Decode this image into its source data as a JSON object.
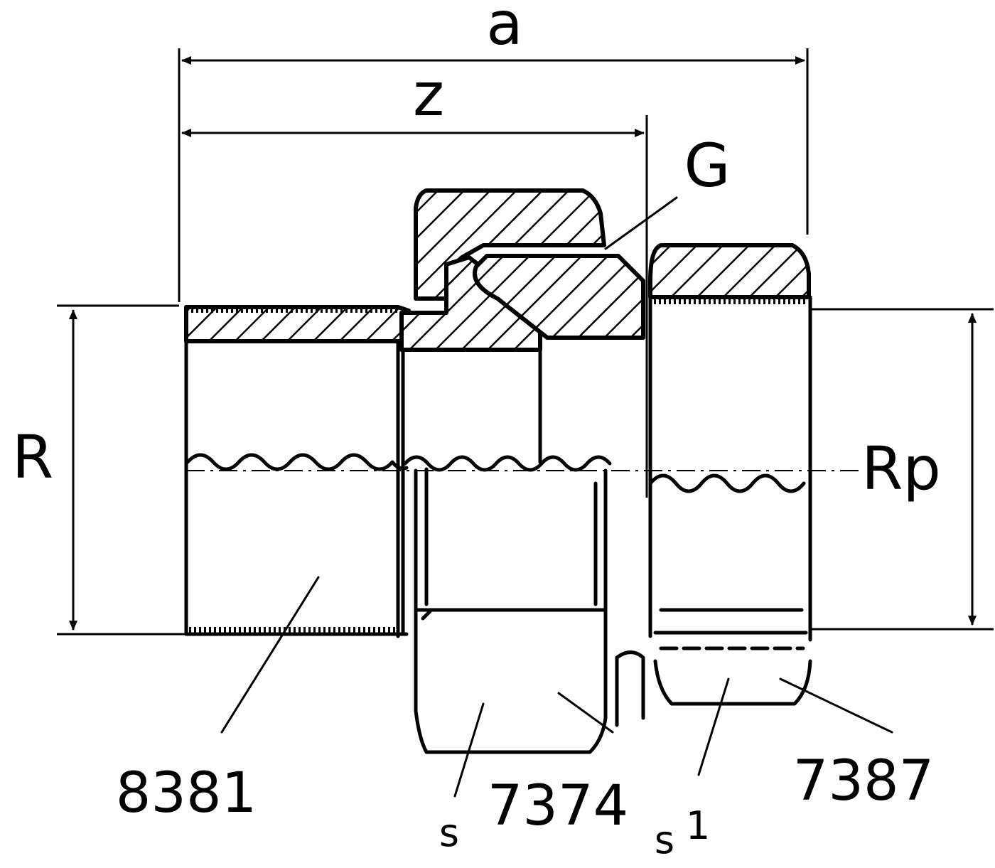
{
  "diagram": {
    "dimensions": {
      "overall": "a",
      "partial": "z",
      "thread_g": "G"
    },
    "ends": {
      "left": "R",
      "right": "Rp"
    },
    "parts": [
      {
        "id": "male-tail",
        "label": "8381"
      },
      {
        "id": "nut",
        "label": "7374"
      },
      {
        "id": "female-tail",
        "label": "7387"
      }
    ],
    "wrench_sizes": {
      "s": "s",
      "s1": "s",
      "s1_index": "1"
    }
  }
}
